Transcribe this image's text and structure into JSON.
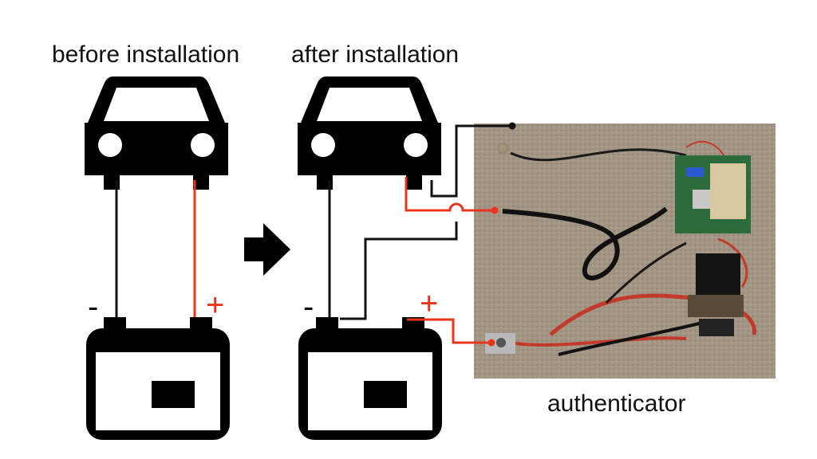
{
  "labels": {
    "before": "before installation",
    "after": "after installation",
    "device": "authenticator",
    "minus": "-",
    "plus": "+"
  },
  "colors": {
    "black_wire": "#111111",
    "red_wire": "#e8361c",
    "icon": "#000000",
    "photo_bg": "#a39584"
  },
  "icons": [
    "car-icon",
    "battery-icon",
    "arrow-right-icon"
  ]
}
